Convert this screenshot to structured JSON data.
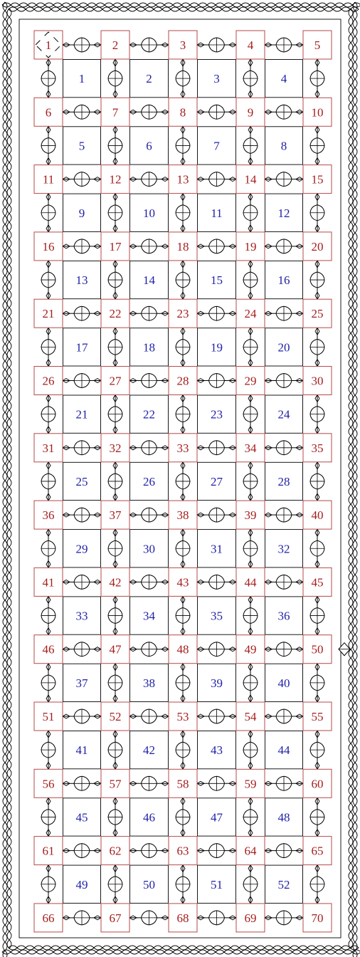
{
  "pads": [
    "1",
    "2",
    "3",
    "4",
    "5",
    "6",
    "7",
    "8",
    "9",
    "10",
    "11",
    "12",
    "13",
    "14",
    "15",
    "16",
    "17",
    "18",
    "19",
    "20",
    "21",
    "22",
    "23",
    "24",
    "25",
    "26",
    "27",
    "28",
    "29",
    "30",
    "31",
    "32",
    "33",
    "34",
    "35",
    "36",
    "37",
    "38",
    "39",
    "40",
    "41",
    "42",
    "43",
    "44",
    "45",
    "46",
    "47",
    "48",
    "49",
    "50",
    "51",
    "52",
    "53",
    "54",
    "55",
    "56",
    "57",
    "58",
    "59",
    "60",
    "61",
    "62",
    "63",
    "64",
    "65",
    "66",
    "67",
    "68",
    "69",
    "70"
  ],
  "cells": [
    "1",
    "2",
    "3",
    "4",
    "5",
    "6",
    "7",
    "8",
    "9",
    "10",
    "11",
    "12",
    "13",
    "14",
    "15",
    "16",
    "17",
    "18",
    "19",
    "20",
    "21",
    "22",
    "23",
    "24",
    "25",
    "26",
    "27",
    "28",
    "29",
    "30",
    "31",
    "32",
    "33",
    "34",
    "35",
    "36",
    "37",
    "38",
    "39",
    "40",
    "41",
    "42",
    "43",
    "44",
    "45",
    "46",
    "47",
    "48",
    "49",
    "50",
    "51",
    "52"
  ],
  "grid": {
    "columns": 5,
    "rows": 14
  },
  "colors": {
    "pad_number": "#a51d1d",
    "pad_border": "#b54a4a",
    "cell_number": "#1f1fa8",
    "line": "#000000"
  },
  "decor": {
    "border_icon": "chain-link-border",
    "corner_icon": "dashed-diamond-marker",
    "side_icon": "diamond-connector-notch"
  }
}
